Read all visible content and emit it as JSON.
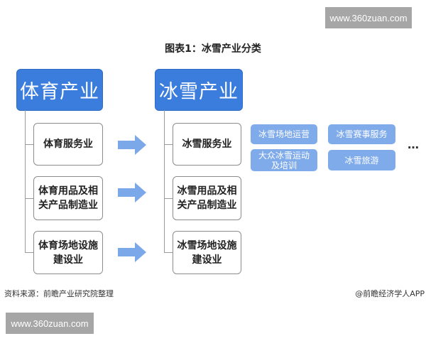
{
  "watermarks": {
    "top_right": "www.360zuan.com",
    "bottom_left": "www.360zuan.com"
  },
  "title": "图表1：冰雪产业分类",
  "left_column": {
    "header": "体育产业",
    "items": [
      {
        "line1": "体育服务业",
        "line2": ""
      },
      {
        "line1": "体育用品及相",
        "line2": "关产品制造业"
      },
      {
        "line1": "体育场地设施",
        "line2": "建设业"
      }
    ]
  },
  "right_column": {
    "header": "冰雪产业",
    "items": [
      {
        "line1": "冰雪服务业",
        "line2": ""
      },
      {
        "line1": "冰雪用品及相",
        "line2": "关产品制造业"
      },
      {
        "line1": "冰雪场地设施",
        "line2": "建设业"
      }
    ]
  },
  "service_chips": [
    {
      "line1": "冰雪场地运营",
      "line2": ""
    },
    {
      "line1": "冰雪赛事服务",
      "line2": ""
    },
    {
      "line1": "大众冰雪运动",
      "line2": "及培训"
    },
    {
      "line1": "冰雪旅游",
      "line2": ""
    }
  ],
  "ellipsis": "…",
  "icons": {
    "arrow": "arrow-right-icon"
  },
  "colors": {
    "header_blue": "#3b7ddd",
    "chip_blue": "#7fabea",
    "arrow_blue": "#7aa8e8",
    "border_gray": "#8c8c8c"
  },
  "footer": {
    "source": "资料来源：前瞻产业研究院整理",
    "credit": "@前瞻经济学人APP"
  }
}
